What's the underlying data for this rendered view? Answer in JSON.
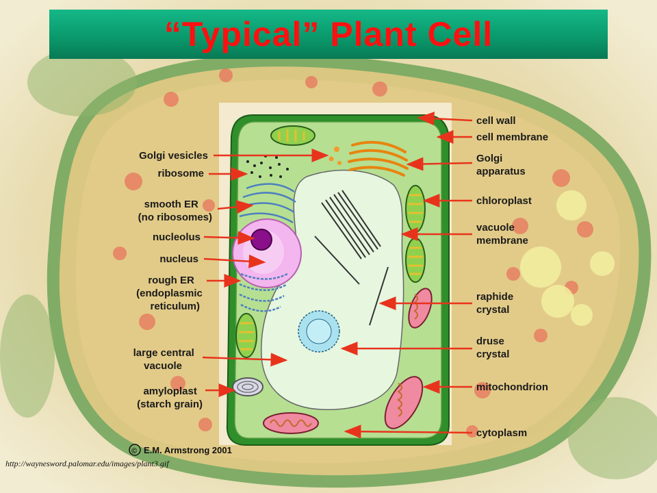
{
  "title": "“Typical” Plant Cell",
  "source_url": "http://waynesword.palomar.edu/images/plant3.gif",
  "copyright": "E.M. Armstrong 2001",
  "copyright_symbol": "©",
  "colors": {
    "title_text": "#ff1010",
    "title_bar": "#0a9a6c",
    "arrow": "#e8331c",
    "cell_wall": "#3fa535",
    "cytoplasm": "#b6df92",
    "vacuole": "#e6f6df"
  },
  "labels_left": [
    [
      "Golgi vesicles"
    ],
    [
      "ribosome"
    ],
    [
      "smooth ER",
      "(no ribosomes)"
    ],
    [
      "nucleolus"
    ],
    [
      "nucleus"
    ],
    [
      "rough ER",
      "(endoplasmic",
      "reticulum)"
    ],
    [
      "large central",
      "vacuole"
    ],
    [
      "amyloplast",
      "(starch grain)"
    ]
  ],
  "labels_right": [
    [
      "cell wall"
    ],
    [
      "cell membrane"
    ],
    [
      "Golgi",
      "apparatus"
    ],
    [
      "chloroplast"
    ],
    [
      "vacuole",
      "membrane"
    ],
    [
      "raphide",
      "crystal"
    ],
    [
      "druse",
      "crystal"
    ],
    [
      "mitochondrion"
    ],
    [
      "cytoplasm"
    ]
  ]
}
